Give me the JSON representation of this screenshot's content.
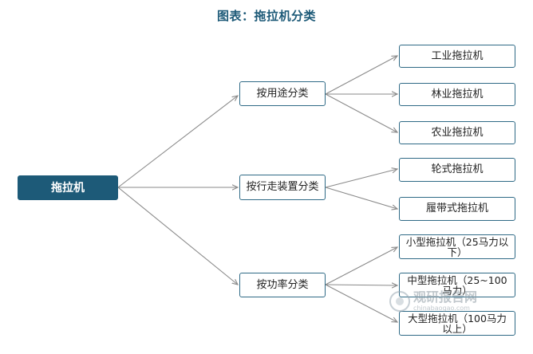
{
  "title": "图表：拖拉机分类",
  "diagram": {
    "root": {
      "label": "拖拉机"
    },
    "categories": [
      {
        "label": "按用途分类",
        "children": [
          {
            "label": "工业拖拉机"
          },
          {
            "label": "林业拖拉机"
          },
          {
            "label": "农业拖拉机"
          }
        ]
      },
      {
        "label": "按行走装置分类",
        "children": [
          {
            "label": "轮式拖拉机"
          },
          {
            "label": "履带式拖拉机"
          }
        ]
      },
      {
        "label": "按功率分类",
        "children": [
          {
            "label": "小型拖拉机（25马力以下）"
          },
          {
            "label": "中型拖拉机（25~100马力）"
          },
          {
            "label": "大型拖拉机（100马力以上）"
          }
        ]
      }
    ]
  },
  "watermark": {
    "name": "观研报告网",
    "url": "chinabaogao.com"
  },
  "colors": {
    "accent": "#1d5a78",
    "border": "#2f6a86",
    "edge": "#8a8a8a"
  }
}
